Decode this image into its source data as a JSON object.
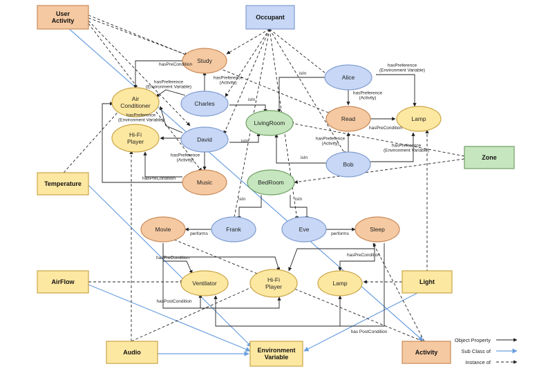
{
  "colors": {
    "orange_fill": "#f5c9a2",
    "orange_stroke": "#c98a58",
    "blue_fill": "#c7d7f5",
    "blue_stroke": "#7f9bd0",
    "green_fill": "#c6e6bf",
    "green_stroke": "#6f9e63",
    "yellow_fill": "#fde8a2",
    "yellow_stroke": "#c9a445",
    "subclass_line": "#6a9ee0",
    "property_line": "#222222"
  },
  "classes": {
    "user_activity": "User\nActivity",
    "occupant": "Occupant",
    "zone": "Zone",
    "temperature": "Temperature",
    "airflow": "AirFlow",
    "light": "Light",
    "audio": "Audio",
    "environment_variable": "Environment\nVariable",
    "activity": "Activity"
  },
  "instances": {
    "study": "Study",
    "air_conditioner": "Air\nConditioner",
    "charles": "Charles",
    "alice": "Alice",
    "hifi_player_top": "Hi-Fi\nPlayer",
    "david": "David",
    "livingroom": "LivingRoom",
    "read": "Read",
    "lamp_top": "Lamp",
    "bob": "Bob",
    "music": "Music",
    "bedroom": "BedRoom",
    "movie": "Movie",
    "frank": "Frank",
    "eve": "Eve",
    "sleep": "Sleep",
    "ventilator": "Ventilator",
    "hifi_player_bottom": "Hi-Fi\nPlayer",
    "lamp_bottom": "Lamp"
  },
  "edge_labels": {
    "study_precondition": "hasPreCondition",
    "charles_env_pref": "hasPreference\n(Environment Variable)",
    "charles_activity_pref": "hasPreference\n(Activity)",
    "charles_isin": "isIn",
    "alice_isin": "isIn",
    "alice_env_pref": "hasPreference\n(Environment Variable)",
    "alice_activity_pref": "hasPreference\n(Activity)",
    "read_precondition": "hasPreCondition",
    "david_env_pref": "hasPreference\n(Environment Variable)",
    "david_activity_pref": "hasPreference\n(Activity)",
    "david_isin": "isIn",
    "bob_activity_pref": "hasPreference\n(Activity)",
    "bob_env_pref": "hasPreference\n(Environment Variable)",
    "bob_isin": "isIn",
    "music_precondition": "hasPreCondition",
    "frank_isin": "isIn",
    "eve_isin": "isIn",
    "frank_performs": "performs",
    "eve_performs": "performs",
    "movie_precondition": "hasPreCondition",
    "sleep_precondition": "hasPreCondition",
    "movie_postcondition": "hasPostCondition",
    "sleep_postcondition": "has PostCondition"
  },
  "legend": {
    "object_property": "Object Property",
    "sub_class_of": "Sub Class of",
    "instance_of": "Instance of"
  }
}
